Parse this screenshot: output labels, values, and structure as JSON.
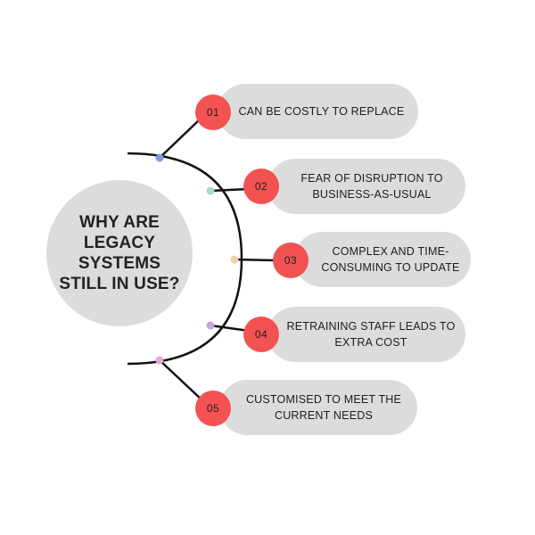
{
  "center": {
    "title": "WHY ARE\nLEGACY SYSTEMS\nSTILL IN USE?"
  },
  "items": [
    {
      "number": "01",
      "label": "CAN BE COSTLY TO REPLACE",
      "dot_color": "#7b9ed6"
    },
    {
      "number": "02",
      "label": "FEAR OF DISRUPTION TO\nBUSINESS-AS-USUAL",
      "dot_color": "#a8dcc6"
    },
    {
      "number": "03",
      "label": "COMPLEX AND TIME-\nCONSUMING TO UPDATE",
      "dot_color": "#f6cfae"
    },
    {
      "number": "04",
      "label": "RETRAINING STAFF LEADS TO\nEXTRA COST",
      "dot_color": "#c9a3dc"
    },
    {
      "number": "05",
      "label": "CUSTOMISED TO MEET THE\nCURRENT NEEDS",
      "dot_color": "#e8a6d4"
    }
  ],
  "colors": {
    "badge": "#f25252",
    "pill": "#dcdcdc",
    "circle": "#dcdcdc",
    "line": "#111111"
  }
}
